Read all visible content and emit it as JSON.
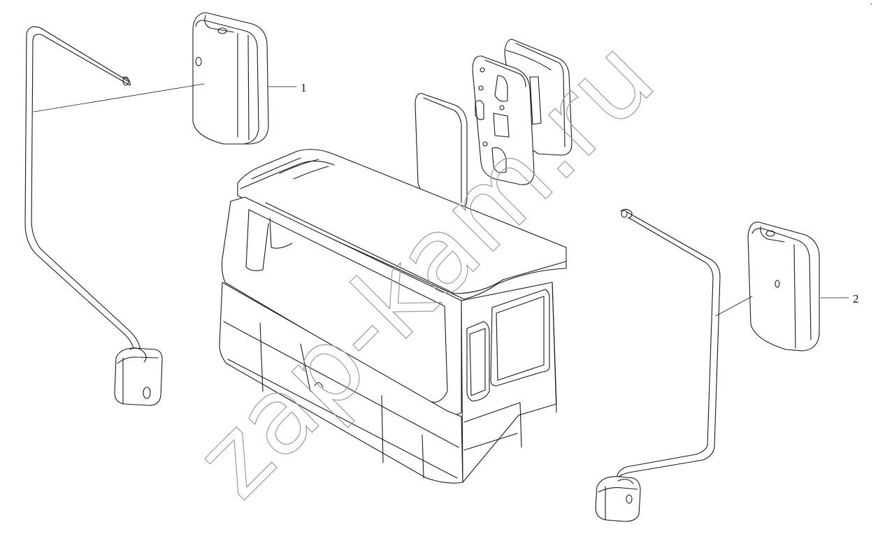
{
  "callouts": [
    {
      "id": "1",
      "label": "1"
    },
    {
      "id": "2",
      "label": "2"
    }
  ],
  "watermark": {
    "text": "zap-kam.ru"
  },
  "corner_mark": {
    "text": "•"
  },
  "colors": {
    "line": "#1a1a1a",
    "watermark": "#9a9a9a",
    "background": "#ffffff",
    "corner_mark": "#2a3fb0"
  }
}
